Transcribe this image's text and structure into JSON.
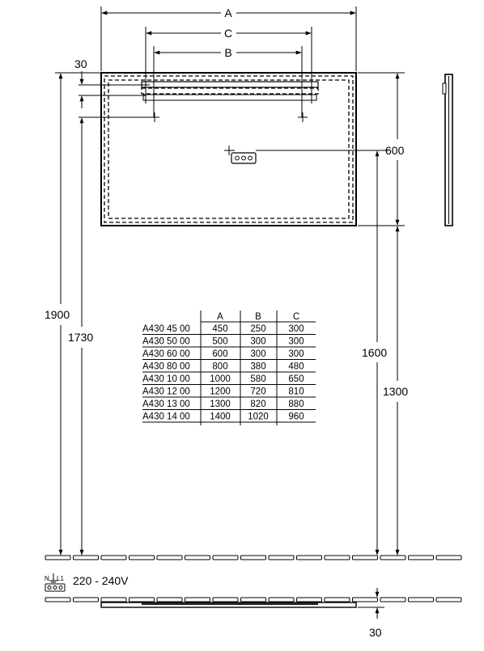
{
  "dimensions": {
    "A": "A",
    "B": "B",
    "C": "C",
    "top_offset": "30",
    "mirror_height": "600",
    "h1900": "1900",
    "h1730": "1730",
    "h1600": "1600",
    "h1300": "1300",
    "bottom_offset": "30"
  },
  "voltage": "220 - 240V",
  "electrical_symbol_letters": [
    "N",
    "L1"
  ],
  "table": {
    "headers": [
      "A",
      "B",
      "C"
    ],
    "rows": [
      {
        "model": "A430 45 00",
        "A": "450",
        "B": "250",
        "C": "300"
      },
      {
        "model": "A430 50 00",
        "A": "500",
        "B": "300",
        "C": "300"
      },
      {
        "model": "A430 60 00",
        "A": "600",
        "B": "300",
        "C": "300"
      },
      {
        "model": "A430 80 00",
        "A": "800",
        "B": "380",
        "C": "480"
      },
      {
        "model": "A430 10 00",
        "A": "1000",
        "B": "580",
        "C": "650"
      },
      {
        "model": "A430 12 00",
        "A": "1200",
        "B": "720",
        "C": "810"
      },
      {
        "model": "A430 13 00",
        "A": "1300",
        "B": "820",
        "C": "880"
      },
      {
        "model": "A430 14 00",
        "A": "1400",
        "B": "1020",
        "C": "960"
      }
    ]
  }
}
